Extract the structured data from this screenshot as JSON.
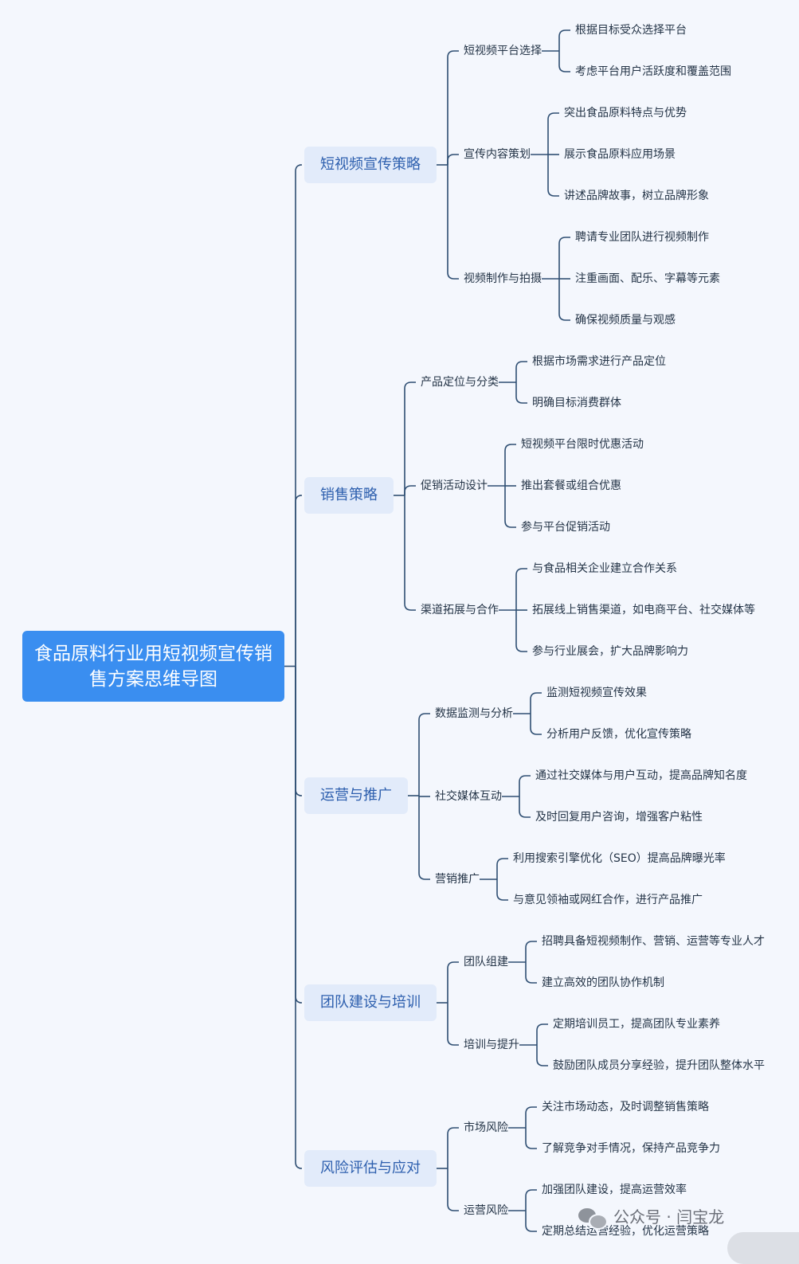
{
  "title": "食品原料行业用短视频宣传销售方案思维导图",
  "branches": [
    {
      "label": "短视频宣传策略",
      "subs": [
        {
          "label": "短视频平台选择",
          "leaves": [
            "根据目标受众选择平台",
            "考虑平台用户活跃度和覆盖范围"
          ]
        },
        {
          "label": "宣传内容策划",
          "leaves": [
            "突出食品原料特点与优势",
            "展示食品原料应用场景",
            "讲述品牌故事，树立品牌形象"
          ]
        },
        {
          "label": "视频制作与拍摄",
          "leaves": [
            "聘请专业团队进行视频制作",
            "注重画面、配乐、字幕等元素",
            "确保视频质量与观感"
          ]
        }
      ]
    },
    {
      "label": "销售策略",
      "subs": [
        {
          "label": "产品定位与分类",
          "leaves": [
            "根据市场需求进行产品定位",
            "明确目标消费群体"
          ]
        },
        {
          "label": "促销活动设计",
          "leaves": [
            "短视频平台限时优惠活动",
            "推出套餐或组合优惠",
            "参与平台促销活动"
          ]
        },
        {
          "label": "渠道拓展与合作",
          "leaves": [
            "与食品相关企业建立合作关系",
            "拓展线上销售渠道，如电商平台、社交媒体等",
            "参与行业展会，扩大品牌影响力"
          ]
        }
      ]
    },
    {
      "label": "运营与推广",
      "subs": [
        {
          "label": "数据监测与分析",
          "leaves": [
            "监测短视频宣传效果",
            "分析用户反馈，优化宣传策略"
          ]
        },
        {
          "label": "社交媒体互动",
          "leaves": [
            "通过社交媒体与用户互动，提高品牌知名度",
            "及时回复用户咨询，增强客户粘性"
          ]
        },
        {
          "label": "营销推广",
          "leaves": [
            "利用搜索引擎优化（SEO）提高品牌曝光率",
            "与意见领袖或网红合作，进行产品推广"
          ]
        }
      ]
    },
    {
      "label": "团队建设与培训",
      "subs": [
        {
          "label": "团队组建",
          "leaves": [
            "招聘具备短视频制作、营销、运营等专业人才",
            "建立高效的团队协作机制"
          ]
        },
        {
          "label": "培训与提升",
          "leaves": [
            "定期培训员工，提高团队专业素养",
            "鼓励团队成员分享经验，提升团队整体水平"
          ]
        }
      ]
    },
    {
      "label": "风险评估与应对",
      "subs": [
        {
          "label": "市场风险",
          "leaves": [
            "关注市场动态，及时调整销售策略",
            "了解竞争对手情况，保持产品竞争力"
          ]
        },
        {
          "label": "运营风险",
          "leaves": [
            "加强团队建设，提高运营效率",
            "定期总结运营经验，优化运营策略"
          ]
        }
      ]
    }
  ],
  "watermark": "公众号 · 闫宝龙",
  "colors": {
    "line": "#2f4f73",
    "root_bg": "#3a8ef0",
    "branch_bg": "#e2ebfa",
    "branch_text": "#2d5fae",
    "background": "#f4f7fd"
  }
}
